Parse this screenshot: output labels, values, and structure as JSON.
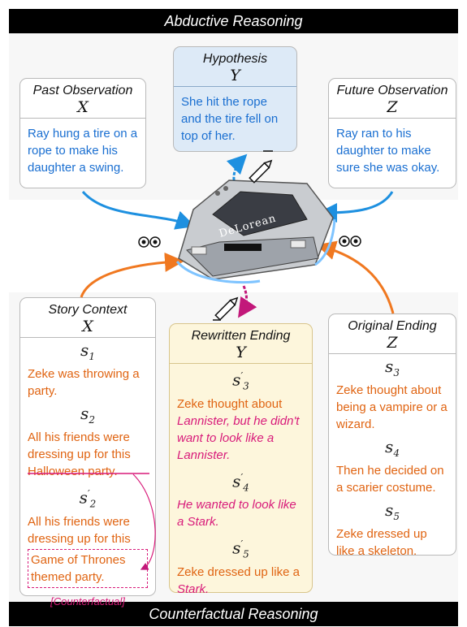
{
  "top_title": "Abductive Reasoning",
  "bottom_title": "Counterfactual Reasoning",
  "abductive": {
    "past": {
      "title": "Past Observation",
      "var": "X",
      "text": "Ray hung a tire on a rope to make his daughter a swing."
    },
    "hypothesis": {
      "title": "Hypothesis",
      "var": "Y",
      "text": "She hit the rope and the tire fell on top of her."
    },
    "future": {
      "title": "Future Observation",
      "var": "Z",
      "text": "Ray ran to his daughter to make sure she was okay."
    }
  },
  "car_label": "DeLorean",
  "counterfactual": {
    "context": {
      "title": "Story Context",
      "var": "X",
      "s1_base": "s",
      "s1_sub": "1",
      "s1_text": "Zeke was throwing a party.",
      "s2_base": "s",
      "s2_sub": "2",
      "s2_text": "All his friends were dressing up for this Halloween party.",
      "s2p_base": "s",
      "s2p_sub": "2",
      "s2p_sup": "′",
      "s2p_text": "All his friends were dressing up for this",
      "s2p_box": "Game of Thrones themed party.",
      "cf_label": "[Counterfactual]"
    },
    "rewritten": {
      "title": "Rewritten Ending",
      "var": "Y",
      "s3_base": "s",
      "s3_sub": "3",
      "s3_sup": "′",
      "s3_a": "Zeke thought about ",
      "s3_b": "Lannister, but he didn't want to look like a Lannister.",
      "s4_base": "s",
      "s4_sub": "4",
      "s4_sup": "′",
      "s4_text": "He wanted to look like a Stark.",
      "s5_base": "s",
      "s5_sub": "5",
      "s5_sup": "′",
      "s5_a": "Zeke dressed up like a ",
      "s5_b": "Stark."
    },
    "original": {
      "title": "Original Ending",
      "var": "Z",
      "s3_base": "s",
      "s3_sub": "3",
      "s3_text": "Zeke thought about being a vampire or a wizard.",
      "s4_base": "s",
      "s4_sub": "4",
      "s4_text": "Then he decided on a scarier costume.",
      "s5_base": "s",
      "s5_sub": "5",
      "s5_text": "Zeke dressed up like a skeleton."
    }
  },
  "colors": {
    "blue_arrow": "#1e90e0",
    "orange_arrow": "#f07820",
    "pink_arrow": "#c2187a"
  },
  "icons": [
    "eyes-icon",
    "pencil-icon",
    "car-icon"
  ]
}
